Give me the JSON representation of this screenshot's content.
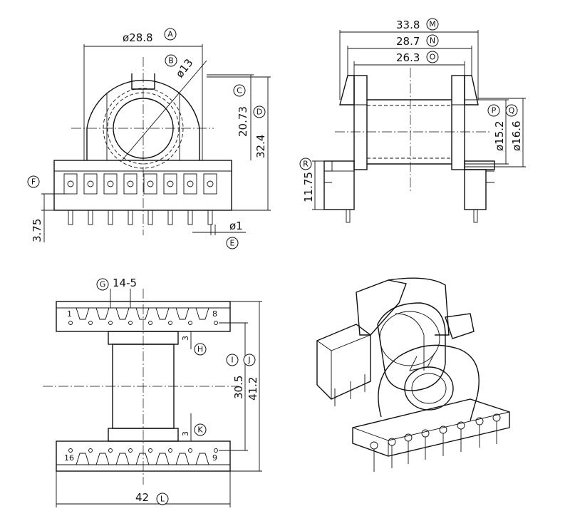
{
  "dimensions": {
    "dia_28_8": "ø28.8",
    "dia_13": "ø13",
    "dim_20_73": "20.73",
    "dim_32_4": "32.4",
    "dim_3_75": "3.75",
    "dia_1": "ø1",
    "dim_33_8": "33.8",
    "dim_28_7": "28.7",
    "dim_26_3": "26.3",
    "dia_15_2": "ø15.2",
    "dia_16_6": "ø16.6",
    "dim_11_75": "11.75",
    "dim_14_5": "14-5",
    "dim_3_top": "3",
    "dim_3_bottom": "3",
    "dim_30_5": "30.5",
    "dim_41_2": "41.2",
    "dim_42": "42"
  },
  "markers": {
    "A": "A",
    "B": "B",
    "C": "C",
    "D": "D",
    "E": "E",
    "F": "F",
    "G": "G",
    "H": "H",
    "I": "I",
    "J": "J",
    "K": "K",
    "L": "L",
    "M": "M",
    "N": "N",
    "O": "O",
    "P": "P",
    "Q": "Q",
    "R": "R"
  },
  "pins": {
    "p1": "1",
    "p8": "8",
    "p9": "9",
    "p16": "16"
  }
}
